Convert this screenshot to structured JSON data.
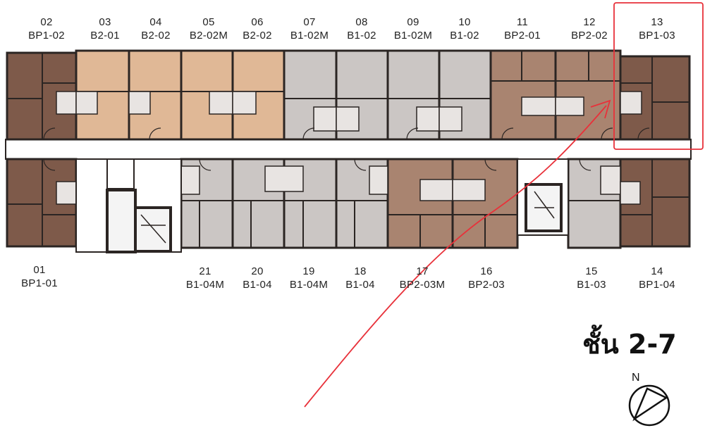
{
  "floor_title": "ชั้น 2-7",
  "north_label": "N",
  "colors": {
    "bp1": "#7e5a4a",
    "b2": "#e0b896",
    "b1": "#cbc6c4",
    "bp2": "#a98470",
    "wall": "#2b2523",
    "annotation": "#e8313a"
  },
  "units_top": [
    {
      "num": "02",
      "type": "BP1-02"
    },
    {
      "num": "03",
      "type": "B2-01"
    },
    {
      "num": "04",
      "type": "B2-02"
    },
    {
      "num": "05",
      "type": "B2-02M"
    },
    {
      "num": "06",
      "type": "B2-02"
    },
    {
      "num": "07",
      "type": "B1-02M"
    },
    {
      "num": "08",
      "type": "B1-02"
    },
    {
      "num": "09",
      "type": "B1-02M"
    },
    {
      "num": "10",
      "type": "B1-02"
    },
    {
      "num": "11",
      "type": "BP2-01"
    },
    {
      "num": "12",
      "type": "BP2-02"
    },
    {
      "num": "13",
      "type": "BP1-03"
    }
  ],
  "units_bottom": [
    {
      "num": "01",
      "type": "BP1-01"
    },
    {
      "num": "21",
      "type": "B1-04M"
    },
    {
      "num": "20",
      "type": "B1-04"
    },
    {
      "num": "19",
      "type": "B1-04M"
    },
    {
      "num": "18",
      "type": "B1-04"
    },
    {
      "num": "17",
      "type": "BP2-03M"
    },
    {
      "num": "16",
      "type": "BP2-03"
    },
    {
      "num": "15",
      "type": "B1-03"
    },
    {
      "num": "14",
      "type": "BP1-04"
    }
  ]
}
